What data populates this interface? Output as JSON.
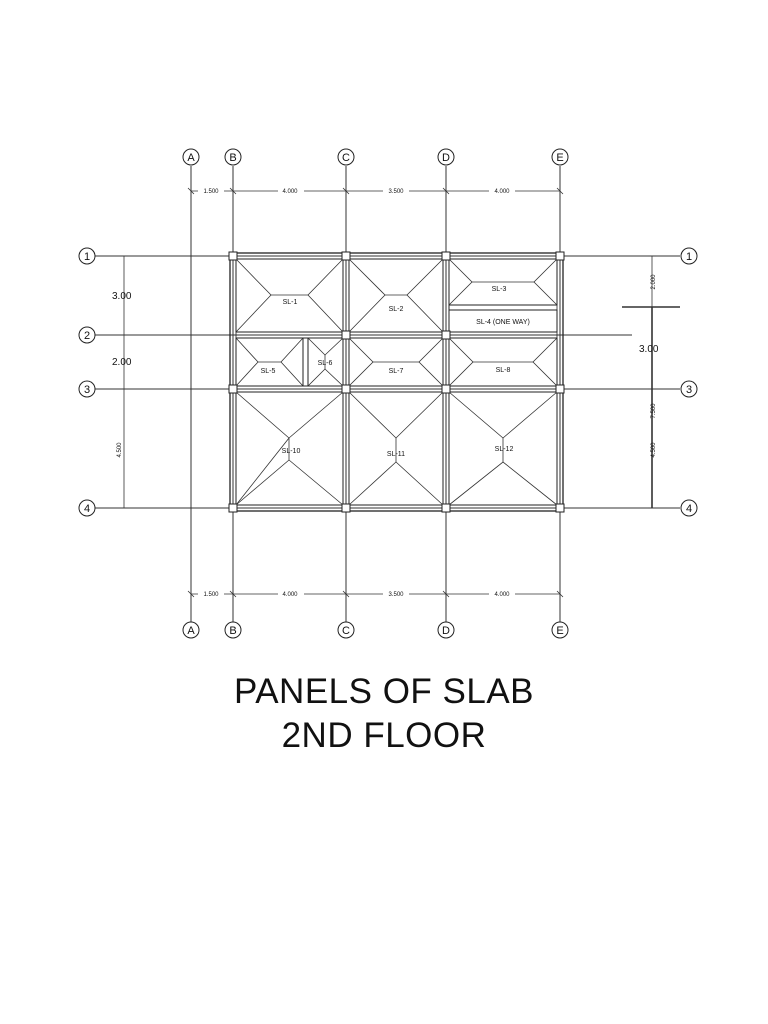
{
  "title": {
    "line1": "PANELS OF SLAB",
    "line2": "2ND FLOOR"
  },
  "grid": {
    "col_labels": [
      "A",
      "B",
      "C",
      "D",
      "E"
    ],
    "row_labels": [
      "1",
      "2",
      "3",
      "4"
    ]
  },
  "dimensions": {
    "top": [
      "1.500",
      "4.000",
      "3.500",
      "4.000"
    ],
    "bottom": [
      "1.500",
      "4.000",
      "3.500",
      "4.000"
    ],
    "left": [
      "3.00",
      "2.00",
      "4.500"
    ],
    "right": [
      "2.000",
      "3.00",
      "7.500",
      "4.500"
    ]
  },
  "panels": [
    "SL-1",
    "SL-2",
    "SL-3",
    "SL-4 (ONE WAY)",
    "SL-5",
    "SL-6",
    "SL-7",
    "SL-8",
    "SL-10",
    "SL-11",
    "SL-12"
  ],
  "colors": {
    "line": "#222222",
    "background": "#ffffff"
  }
}
